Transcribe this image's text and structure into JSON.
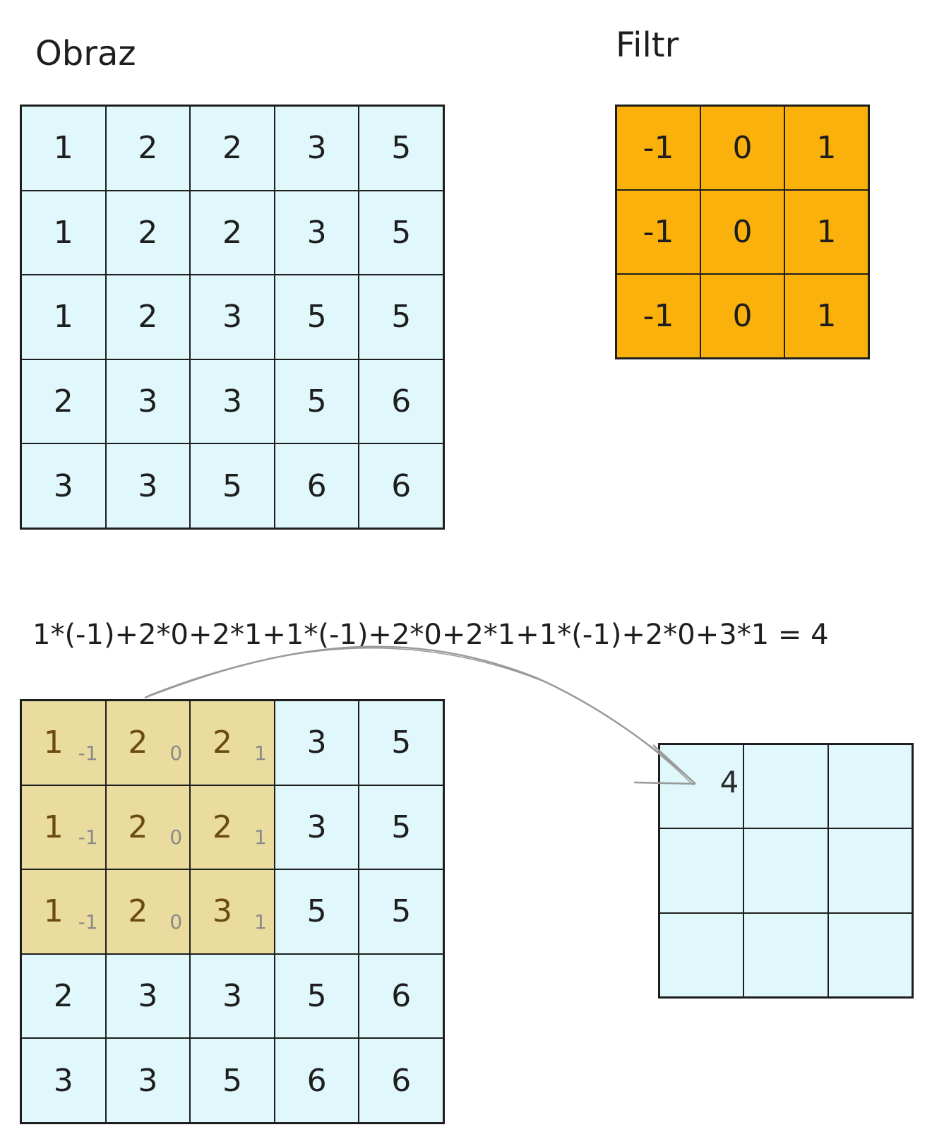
{
  "titles": {
    "image": "Obraz",
    "filter": "Filtr"
  },
  "image_matrix": [
    [
      "1",
      "2",
      "2",
      "3",
      "5"
    ],
    [
      "1",
      "2",
      "2",
      "3",
      "5"
    ],
    [
      "1",
      "2",
      "3",
      "5",
      "5"
    ],
    [
      "2",
      "3",
      "3",
      "5",
      "6"
    ],
    [
      "3",
      "3",
      "5",
      "6",
      "6"
    ]
  ],
  "filter_matrix": [
    [
      "-1",
      "0",
      "1"
    ],
    [
      "-1",
      "0",
      "1"
    ],
    [
      "-1",
      "0",
      "1"
    ]
  ],
  "formula": "1*(-1)+2*0+2*1+1*(-1)+2*0+2*1+1*(-1)+2*0+3*1 = 4",
  "result_matrix": [
    [
      "4",
      "",
      ""
    ],
    [
      "",
      "",
      ""
    ],
    [
      "",
      "",
      ""
    ]
  ],
  "colors": {
    "image_cell": "#e0f8fb",
    "filter_cell": "#fbb10b",
    "highlight_cell": "#e9dc9e",
    "arrow": "#9a9a9a"
  }
}
